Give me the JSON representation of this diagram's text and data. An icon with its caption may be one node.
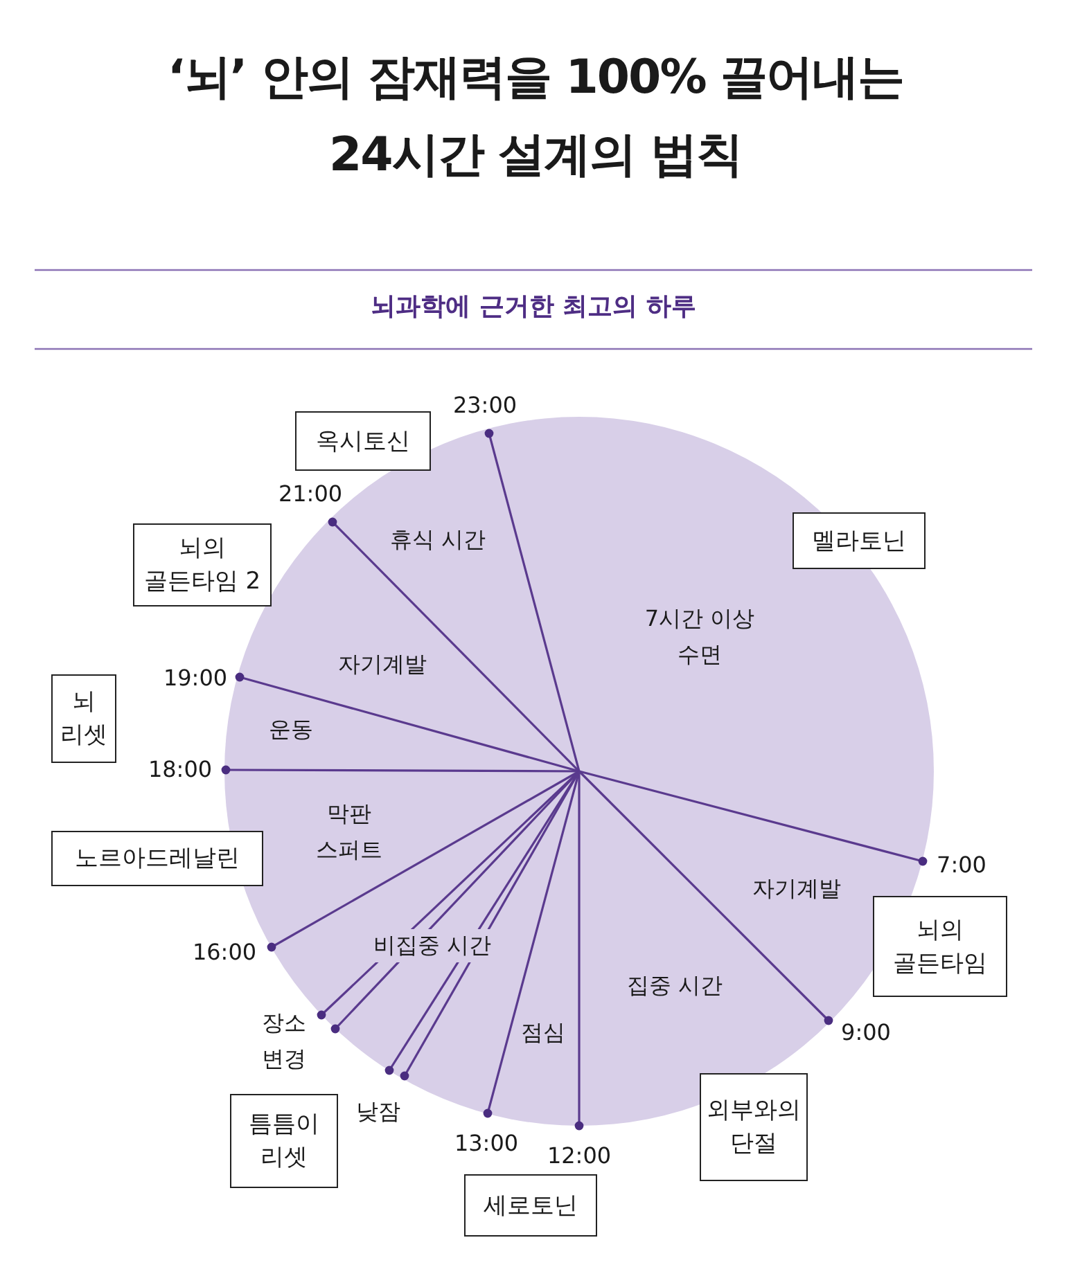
{
  "diagram": {
    "title": "‘뇌’ 안의 잠재력을 100% 끌어내는 24시간 설계의 법칙",
    "nodes": [
      {
        "text": [
          "옥시토신"
        ]
      },
      {
        "text": [
          "멜라토닌"
        ]
      },
      {
        "text": [
          "뇌의 골든타임 2"
        ]
      },
      {
        "text": [
          "뇌 리셋"
        ]
      },
      {
        "text": [
          "노르아드레날린"
        ]
      },
      {
        "text": [
          "뇌의 골든타임"
        ]
      },
      {
        "text": [
          "외부와의 단절"
        ]
      },
      {
        "text": [
          "틈틈이 리셋"
        ]
      },
      {
        "text": [
          "세로토닌"
        ]
      }
    ],
    "labels": [
      "뇌과학에 근거한 최고의 하루",
      "23:00",
      "21:00",
      "휴식 시간",
      "7시간 이상 수면",
      "자기계발",
      "19:00",
      "운동",
      "18:00",
      "막판 스퍼트",
      "7:00",
      "자기계발",
      "16:00",
      "비집중 시간",
      "집중 시간",
      "장소 변경",
      "9:00",
      "점심",
      "낮잠",
      "13:00",
      "12:00"
    ]
  }
}
